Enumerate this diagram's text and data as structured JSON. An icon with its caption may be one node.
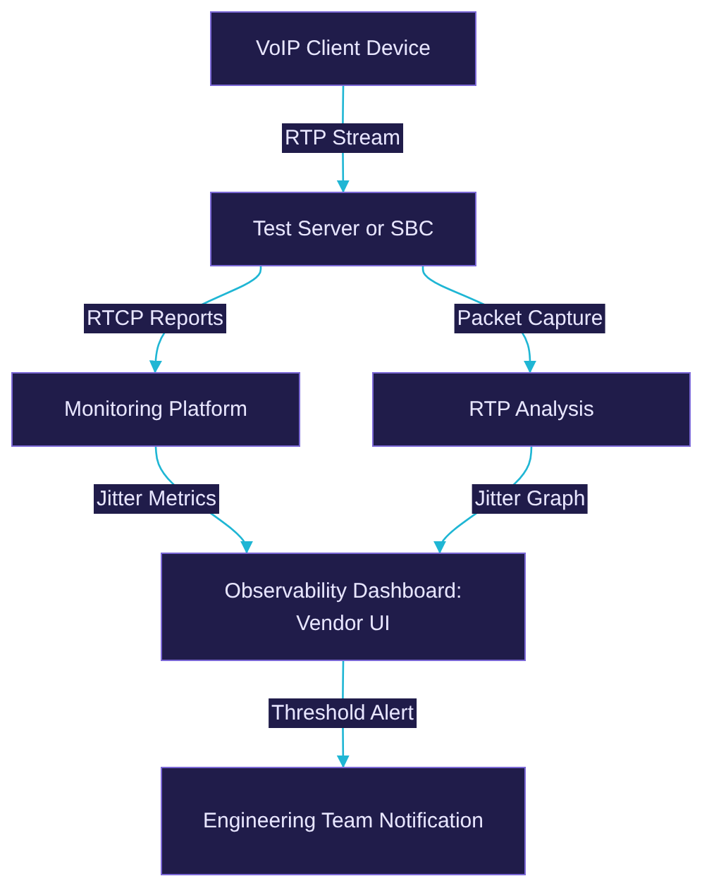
{
  "diagram": {
    "nodes": [
      {
        "text": [
          "VoIP Client Device"
        ]
      },
      {
        "text": [
          "Test Server or SBC"
        ]
      },
      {
        "text": [
          "Monitoring Platform"
        ]
      },
      {
        "text": [
          "RTP Analysis"
        ]
      },
      {
        "text": [
          "Observability Dashboard: Vendor UI"
        ]
      },
      {
        "text": [
          "Engineering Team Notification"
        ]
      }
    ],
    "edges": [
      {
        "from": 0,
        "to": 1,
        "arrow": "to",
        "label": "RTP Stream"
      },
      {
        "from": 1,
        "to": 2,
        "arrow": "to",
        "label": "RTCP Reports"
      },
      {
        "from": 1,
        "to": 3,
        "arrow": "to",
        "label": "Packet Capture"
      },
      {
        "from": 2,
        "to": 4,
        "arrow": "to",
        "label": "Jitter Metrics"
      },
      {
        "from": 3,
        "to": 4,
        "arrow": "to",
        "label": "Jitter Graph"
      },
      {
        "from": 4,
        "to": 5,
        "arrow": "to",
        "label": "Threshold Alert"
      }
    ]
  }
}
